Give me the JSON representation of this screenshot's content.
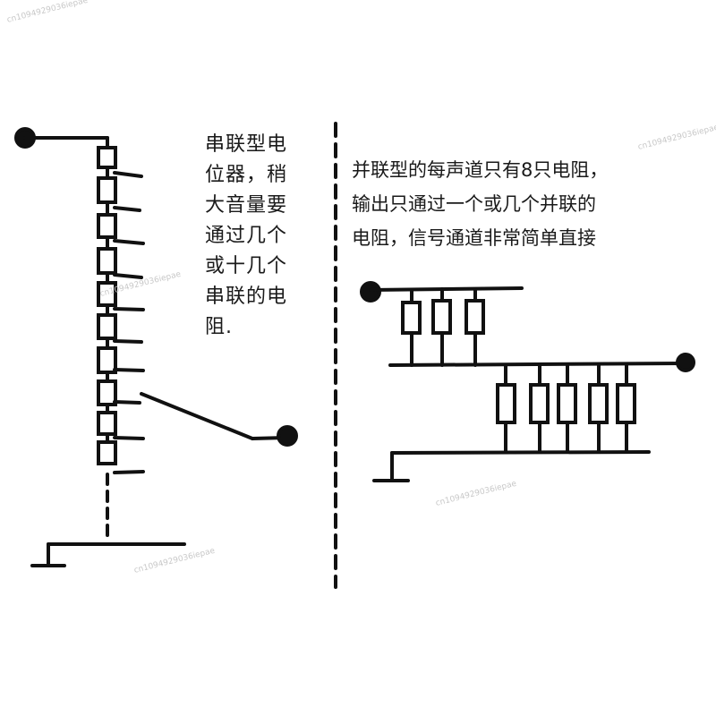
{
  "captions": {
    "series": "串联型电\n位器，稍\n大音量要\n通过几个\n或十几个\n串联的电\n阻.",
    "parallel": "并联型的每声道只有8只电阻，\n输出只通过一个或几个并联的\n电阻，信号通道非常简单直接"
  },
  "watermark": "cn1094929036iepae",
  "colors": {
    "ink": "#111111",
    "text": "#1a1a1a",
    "watermark": "#c8c8c8"
  }
}
